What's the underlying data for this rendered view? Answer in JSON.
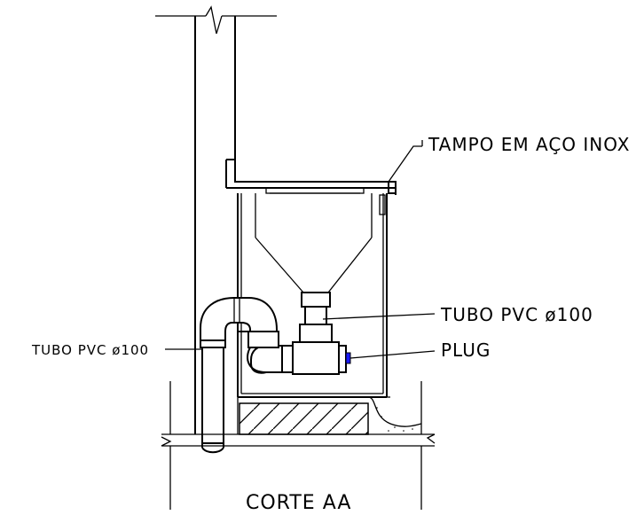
{
  "labels": {
    "tampo": "TAMPO EM AÇO INOX",
    "tubo_right": "TUBO PVC ø100",
    "plug": "PLUG",
    "tubo_left": "TUBO PVC ø100",
    "section": "CORTE AA"
  },
  "colors": {
    "line": "#000000",
    "plug": "#1a1aff",
    "background": "#ffffff"
  }
}
